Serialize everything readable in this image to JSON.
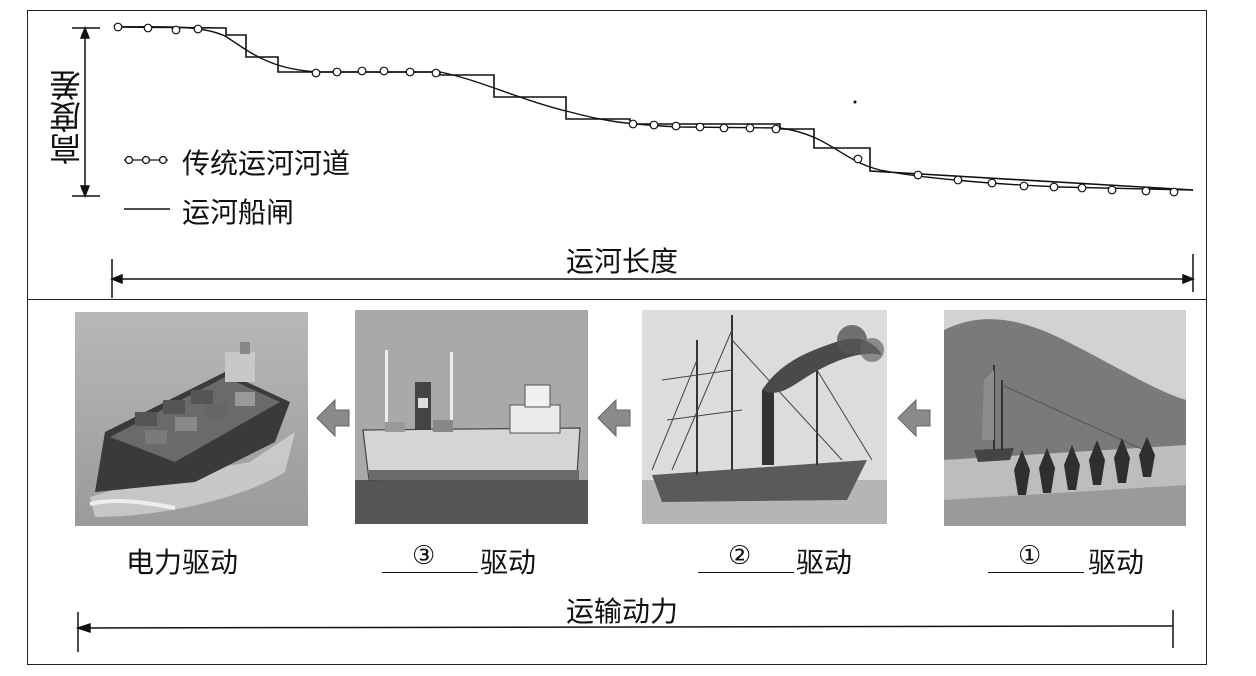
{
  "top_panel": {
    "y_axis_label": "高度差",
    "x_axis_label": "运河长度",
    "legend": [
      {
        "label": "传统运河河道",
        "style": "line-with-circles"
      },
      {
        "label": "运河船闸",
        "style": "solid-line"
      }
    ]
  },
  "bottom_panel": {
    "axis_label": "运输动力",
    "stages": [
      {
        "id": "electric",
        "caption": "电力驱动",
        "blank": "",
        "image": "container-ship-photo"
      },
      {
        "id": "stage3",
        "caption": "驱动",
        "blank": "③",
        "image": "modern-cargo-ship-drawing"
      },
      {
        "id": "stage2",
        "caption": "驱动",
        "blank": "②",
        "image": "steam-sailing-ship-drawing"
      },
      {
        "id": "stage1",
        "caption": "驱动",
        "blank": "①",
        "image": "boat-towed-by-people-drawing"
      }
    ],
    "arrow_direction": "left"
  },
  "colors": {
    "arrow": "#8a8a8a",
    "line": "#111111",
    "background": "#ffffff"
  }
}
